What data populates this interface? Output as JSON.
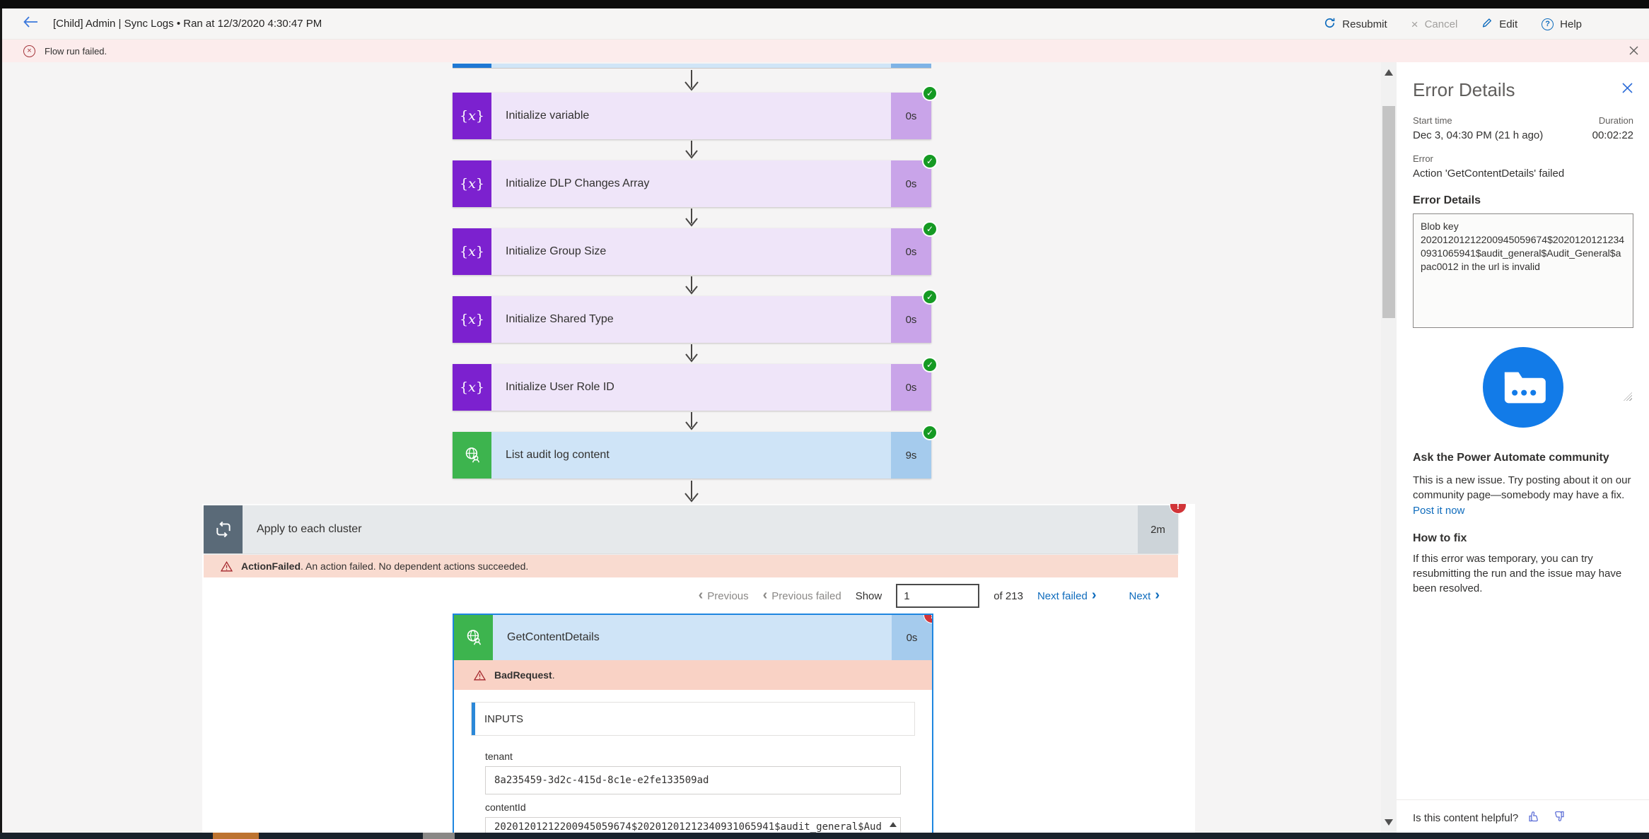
{
  "topbar": {
    "title": "[Child] Admin | Sync Logs • Ran at 12/3/2020 4:30:47 PM",
    "resubmit_label": "Resubmit",
    "cancel_label": "Cancel",
    "edit_label": "Edit",
    "help_label": "Help"
  },
  "banner": {
    "text": "Flow run failed."
  },
  "flow": {
    "steps": [
      {
        "label": "Initialize variable",
        "duration": "0s",
        "type": "variable",
        "status": "success"
      },
      {
        "label": "Initialize DLP Changes Array",
        "duration": "0s",
        "type": "variable",
        "status": "success"
      },
      {
        "label": "Initialize Group Size",
        "duration": "0s",
        "type": "variable",
        "status": "success"
      },
      {
        "label": "Initialize Shared Type",
        "duration": "0s",
        "type": "variable",
        "status": "success"
      },
      {
        "label": "Initialize User Role ID",
        "duration": "0s",
        "type": "variable",
        "status": "success"
      },
      {
        "label": "List audit log content",
        "duration": "9s",
        "type": "http",
        "status": "success"
      }
    ],
    "apply": {
      "label": "Apply to each cluster",
      "duration": "2m",
      "status": "failed",
      "error_bold": "ActionFailed",
      "error_rest": ". An action failed. No dependent actions succeeded."
    },
    "pagination": {
      "previous": "Previous",
      "previous_failed": "Previous failed",
      "show_label": "Show",
      "value": "1",
      "of_label": "of 213",
      "next_failed": "Next failed",
      "next": "Next"
    },
    "failed_action": {
      "label": "GetContentDetails",
      "duration": "0s",
      "status": "failed",
      "error_bold": "BadRequest",
      "error_rest": ".",
      "inputs_header": "INPUTS",
      "fields": [
        {
          "label": "tenant",
          "value": "8a235459-3d2c-415d-8c1e-e2fe133509ad"
        },
        {
          "label": "contentId",
          "value": "20201201212200945059674$20201201212340931065941$audit_general$Aud"
        }
      ]
    }
  },
  "panel": {
    "title": "Error Details",
    "start_time_label": "Start time",
    "start_time": "Dec 3, 04:30 PM (21 h ago)",
    "duration_label": "Duration",
    "duration": "00:02:22",
    "error_label": "Error",
    "error_value": "Action 'GetContentDetails' failed",
    "details_label": "Error Details",
    "details_text": "Blob key 20201201212200945059674$20201201212340931065941$audit_general$Audit_General$apac0012 in the url is invalid",
    "community_title": "Ask the Power Automate community",
    "community_text": "This is a new issue. Try posting about it on our community page—somebody may have a fix. ",
    "community_link": "Post it now",
    "howto_title": "How to fix",
    "howto_text": "If this error was temporary, you can try resubmitting the run and the issue may have been resolved.",
    "feedback_text": "Is this content helpful?"
  },
  "icons": {
    "back": "←",
    "resubmit": "↻",
    "cancel": "×",
    "edit": "✎",
    "help": "?",
    "close": "×",
    "warning": "⚠",
    "success_badge": "✓",
    "error_badge": "!",
    "variable": "{x}",
    "http": "globe-person",
    "apply_to_each": "loop-arrows",
    "community": "folder-dots",
    "thumb_up": "thumbs-up",
    "thumb_down": "thumbs-down"
  },
  "colors": {
    "link_blue": "#0f6cbd",
    "selection_blue": "#1e86e0",
    "variable_purple": "#7c21cf",
    "connector_green": "#3db44e",
    "error_red": "#d13438",
    "success_green": "#159a23",
    "banner_pink": "#fcecec",
    "fail_strip": "#f9dbd0"
  }
}
